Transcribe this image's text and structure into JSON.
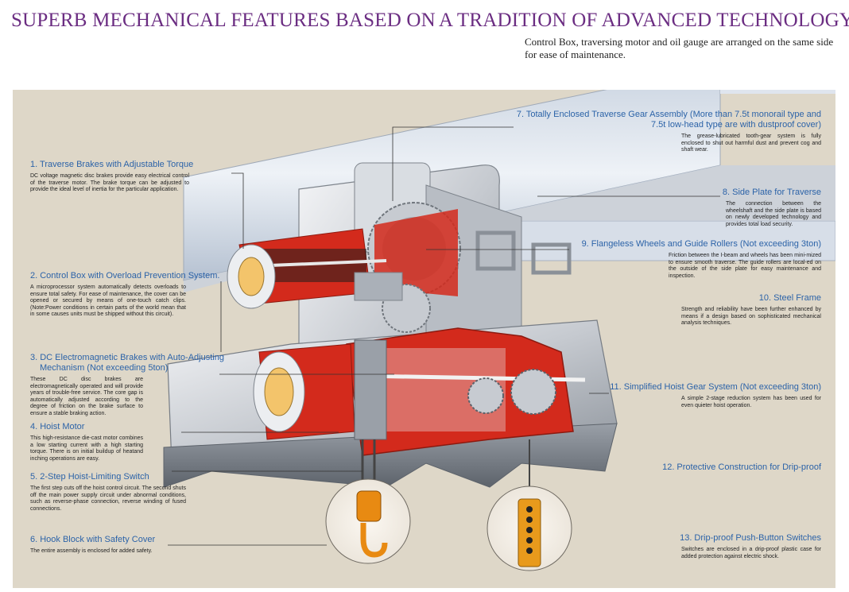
{
  "header": {
    "left": "SUPERB MECHANICAL FEATURES BASED ON",
    "right": "A TRADITION OF ADVANCED TECHNOLOGY.",
    "intro": "Control Box, traversing motor and oil gauge are arranged on the same side for ease of maintenance."
  },
  "features": {
    "f1": {
      "title": "1. Traverse Brakes with Adjustable Torque",
      "desc": "DC voltage magnetic disc brakes provide easy electrical control of the traverse motor. The brake torque can be adjusted to provide the ideal level of inertia for the particular application."
    },
    "f2": {
      "title": "2. Control Box with Overload Prevention System.",
      "desc": "A microprocessor system automatically detects overloads to ensure total safety. For ease of maintenance, the cover can be opened or secured by means of one-touch catch clips. (Note:Power conditions in certain parts of the world mean that in some causes units must be shipped without this circuit)."
    },
    "f3": {
      "title": "3. DC Electromagnetic Brakes with Auto-Adjusting",
      "title2": "Mechanism (Not exceeding 5ton)",
      "desc": "These DC disc brakes are electromagnetically operated and will provide years of trouble-free service. The core gap is automatically adjusted according to the degree of friction on the brake surface to ensure a stable braking action."
    },
    "f4": {
      "title": "4. Hoist Motor",
      "desc": "This high-resistance die-cast motor combines a low starting current with a high starting torque. There is on initial buildup of heatand inching operations are easy."
    },
    "f5": {
      "title": "5. 2-Step Hoist-Limiting Switch",
      "desc": "The first step cuts off the hoist control circuit. The second shuts off the main power supply circuit under abnormal conditions, such as reverse-phase connection, reverse winding of fused connections."
    },
    "f6": {
      "title": "6. Hook Block with Safety Cover",
      "desc": "The entire assembly is enclosed for added safety."
    },
    "f7": {
      "title": "7. Totally Enclosed Traverse Gear Assembly (More than 7.5t monorail type and",
      "title2": "7.5t low-head type are with dustproof cover)",
      "desc": "The grease-lubricated tooth-gear system is fully enclosed to shut out harmful dust and prevent cog and shaft wear."
    },
    "f8": {
      "title": "8. Side Plate for Traverse",
      "desc": "The connection between the wheelshaft and the side plate is based on newly developed technology and provides total load security."
    },
    "f9": {
      "title": "9. Flangeless Wheels and Guide Rollers (Not exceeding 3ton)",
      "desc": "Friction between the I-beam and wheels has been mini-mized to ensure smooth traverse. The guide rollers are local-ed on the outside of the side plate for easy maintenance and inspection."
    },
    "f10": {
      "title": "10. Steel Frame",
      "desc": "Strength and reliability have been further enhanced by means if a design based on sophisticated mechanical analysis techniques."
    },
    "f11": {
      "title": "11. Simplified Hoist Gear System (Not exceeding 3ton)",
      "desc": "A simple 2-stage reduction system has been used for even quieter hoist operation."
    },
    "f12": {
      "title": "12. Protective Construction for Drip-proof"
    },
    "f13": {
      "title": "13. Drip-proof Push-Button Switches",
      "desc": "Switches are enclosed in a drip-proof plastic case for added protection against electric shock."
    }
  }
}
